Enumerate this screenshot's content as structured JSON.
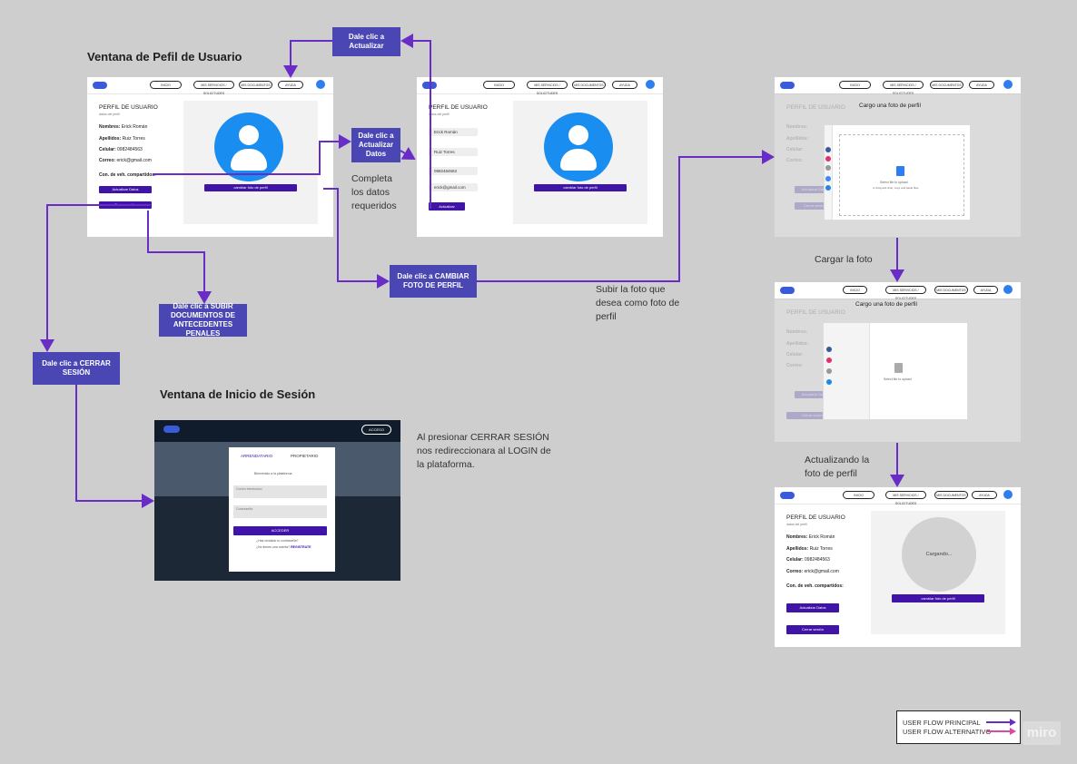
{
  "headings": {
    "perfil_window": "Ventana de Pefil de Usuario",
    "login_window": "Ventana de Inicio de Sesión"
  },
  "callouts": {
    "actualizar": "Dale clic a Actualizar",
    "actualizar_datos": "Dale clic a Actualizar Datos",
    "cambiar_foto": "Dale clic a CAMBIAR FOTO DE PERFIL",
    "subir_docs": "Dale clic a SUBIR DOCUMENTOS DE ANTECEDENTES PENALES",
    "cerrar_sesion": "Dale clic a CERRAR SESIÓN"
  },
  "notes": {
    "completa": "Completa los datos requeridos",
    "subir_foto": "Subir la foto que desea como foto de perfil",
    "cargar_foto": "Cargar la foto",
    "actualizando": "Actualizando la foto de perfil",
    "cerrar": "Al presionar CERRAR SESIÓN nos redireccionara al LOGIN de la plataforma."
  },
  "nav": {
    "inicio": "INICIO",
    "mis_servicios": "MIS SERVICIOS / SOLICITUDES",
    "mis_documentos": "MIS DOCUMENTOS",
    "ayuda": "AYUDA"
  },
  "profile": {
    "title": "PERFIL DE USUARIO",
    "subtitle": "datos del perfil",
    "nombres_label": "Nombres:",
    "nombres_value": "Erick Román",
    "apellidos_label": "Apellidos:",
    "apellidos_value": "Ruiz Torres",
    "celular_label": "Celular:",
    "celular_value": "0982484563",
    "correo_label": "Correo:",
    "correo_value": "erick@gmail.com",
    "vehiculo_label": "Con. de veh. compartidos:",
    "actualizar_btn": "Actualizar Datos",
    "cerrar_btn": "Cerrar sesión",
    "cambiar_foto_btn": "cambiar foto de perfil",
    "actualizar_form_btn": "Actualizar"
  },
  "form": {
    "nombre": "Erick Román",
    "apellido": "Ruiz Torres",
    "celular": "0982484563",
    "correo": "erick@gmail.com"
  },
  "upload": {
    "title": "Cargo una foto de perfil",
    "title2": "Cargo una foto de perfil",
    "drop_text": "Select file to upload",
    "drop_sub": "or drag and drop, copy and paste files",
    "cargando": "Cargando..."
  },
  "login": {
    "acceso": "ACCESO",
    "tab_arrendatario": "ARRENDATARIO",
    "tab_propietario": "PROPIETARIO",
    "bienvenido": "Bienvenido a la plataforma",
    "email_ph": "Correo electrónico",
    "pass_ph": "Contraseña",
    "acceder_btn": "ACCEDER",
    "olvido": "¿Has olvidado tu contraseña?",
    "registro": "¿No tienes una cuenta?",
    "registro_link": "REGISTRATE"
  },
  "legend": {
    "principal": "USER FLOW PRINCIPAL",
    "alternativo": "USER FLOW ALTERNATIVO"
  },
  "watermark": "miro",
  "colors": {
    "callout_bg": "#4a47b5",
    "flow_principal": "#6a2cc7",
    "flow_alternativo": "#d94aa6",
    "button": "#3f14a6",
    "avatar": "#1a8ef0"
  }
}
